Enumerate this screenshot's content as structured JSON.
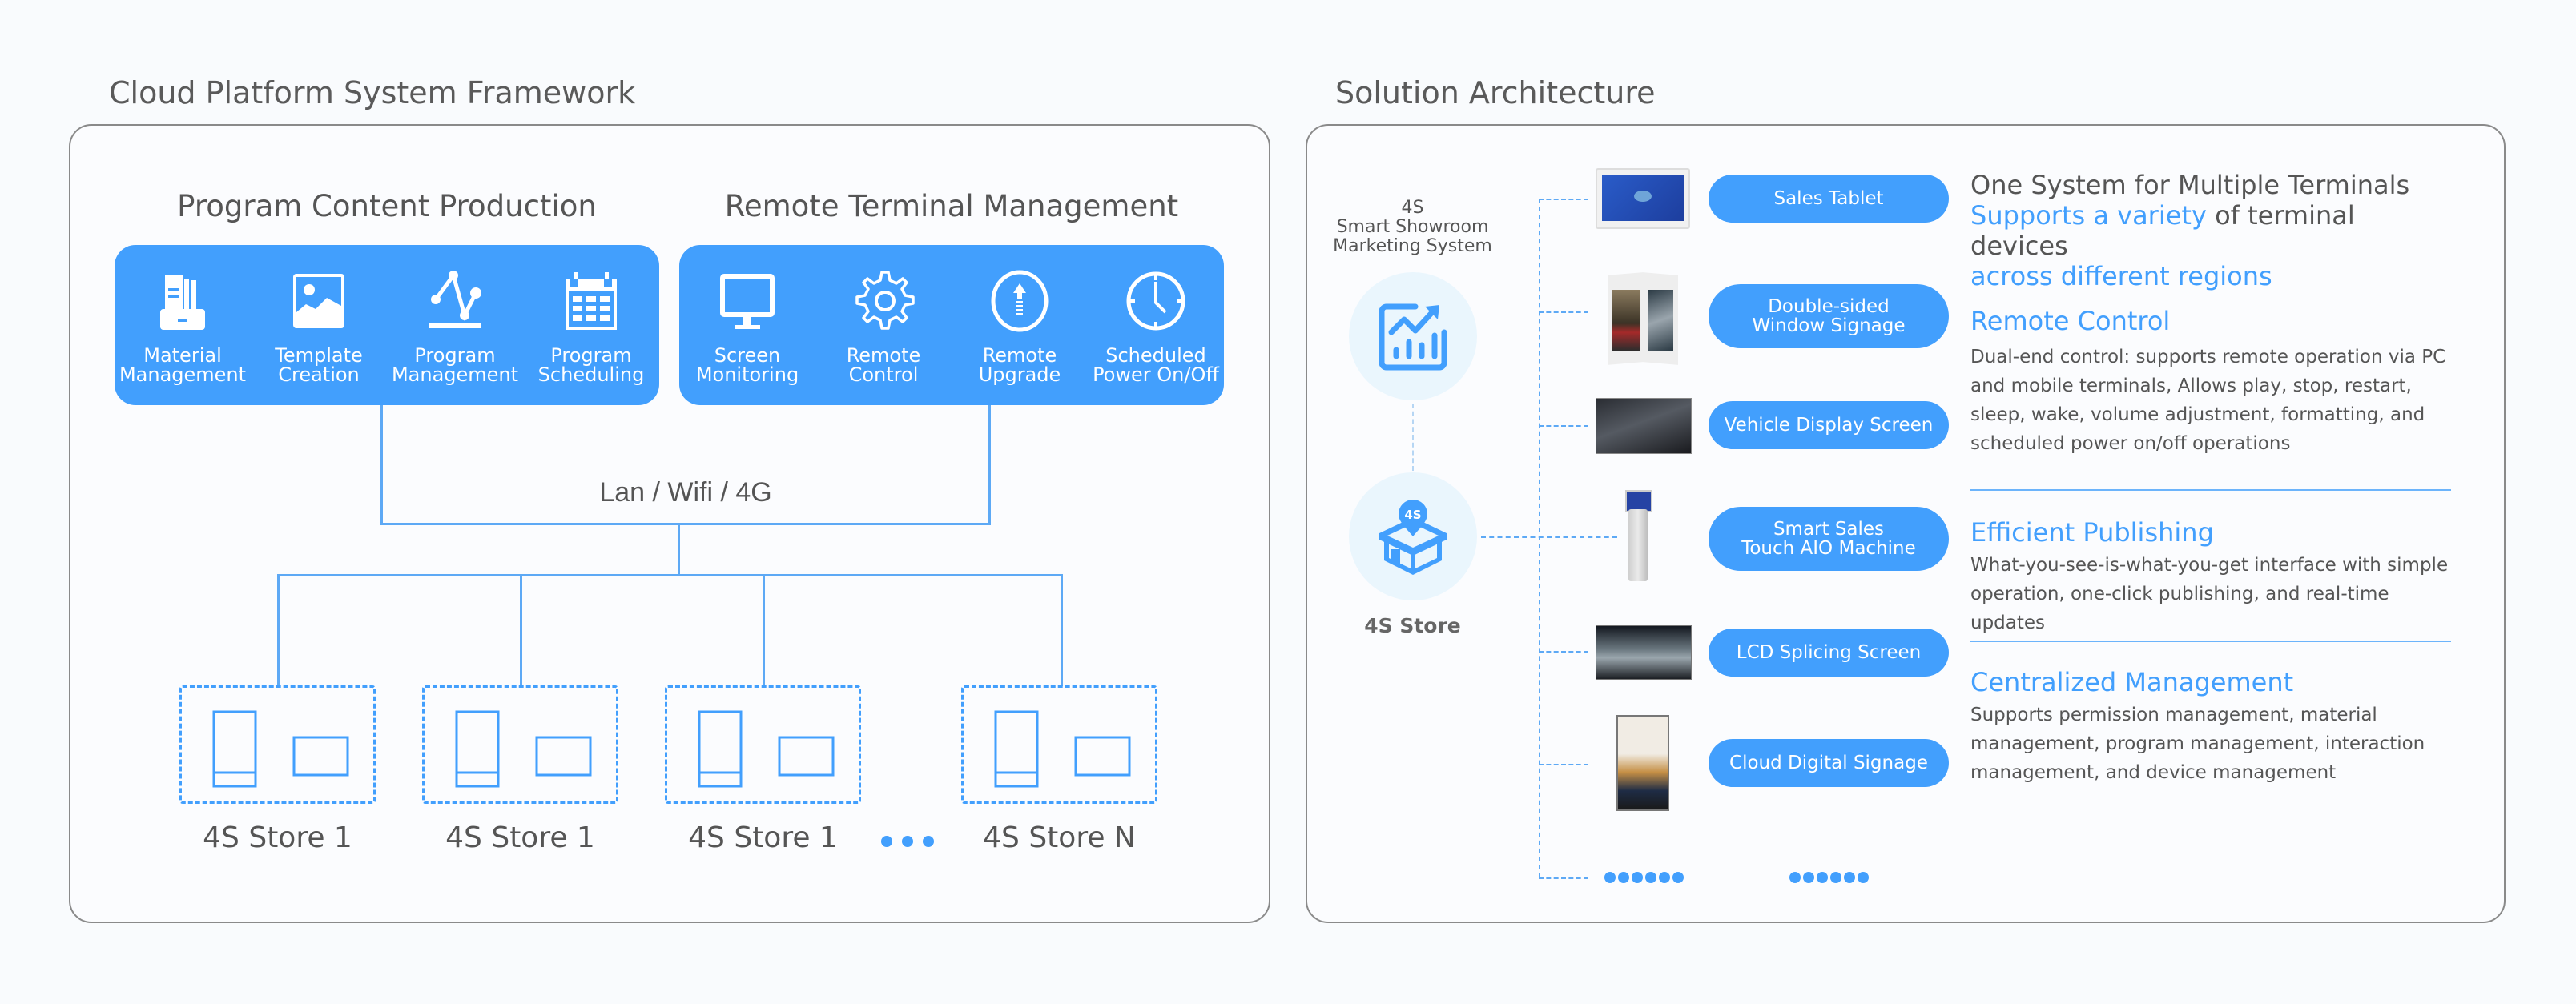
{
  "left_panel": {
    "title": "Cloud Platform System Framework",
    "groups": [
      {
        "title": "Program Content Production",
        "features": [
          {
            "icon": "material-management-icon",
            "label": "Material\nManagement"
          },
          {
            "icon": "image-icon",
            "label": "Template\nCreation"
          },
          {
            "icon": "node-graph-icon",
            "label": "Program\nManagement"
          },
          {
            "icon": "calendar-icon",
            "label": "Program\nScheduling"
          }
        ]
      },
      {
        "title": "Remote Terminal Management",
        "features": [
          {
            "icon": "monitor-icon",
            "label": "Screen\nMonitoring"
          },
          {
            "icon": "gear-icon",
            "label": "Remote\nControl"
          },
          {
            "icon": "upload-arrow-icon",
            "label": "Remote\nUpgrade"
          },
          {
            "icon": "clock-icon",
            "label": "Scheduled\nPower On/Off"
          }
        ]
      }
    ],
    "network_label": "Lan / Wifi / 4G",
    "stores": [
      "4S Store 1",
      "4S Store 1",
      "4S Store 1",
      "4S Store N"
    ]
  },
  "right_panel": {
    "title": "Solution Architecture",
    "system_label": "4S\nSmart Showroom\nMarketing System",
    "store_label": "4S Store",
    "store_badge": "4S",
    "terminals": [
      {
        "label": "Sales Tablet",
        "image": "sales-tablet"
      },
      {
        "label": "Double-sided\nWindow Signage",
        "image": "window-signage"
      },
      {
        "label": "Vehicle Display Screen",
        "image": "vehicle-display"
      },
      {
        "label": "Smart Sales\nTouch AIO Machine",
        "image": "touch-kiosk"
      },
      {
        "label": "LCD Splicing Screen",
        "image": "lcd-splicing"
      },
      {
        "label": "Cloud Digital Signage",
        "image": "digital-signage"
      }
    ],
    "highlights": {
      "headline_line1": "One System for Multiple Terminals",
      "headline_blue_a": "Supports a variety",
      "headline_gray_b": " of terminal devices",
      "headline_blue_c": "across different regions",
      "sections": [
        {
          "title": "Remote Control",
          "text": "Dual-end control: supports remote operation via PC and mobile terminals, Allows play, stop, restart, sleep, wake, volume adjustment, formatting, and scheduled power on/off operations"
        },
        {
          "title": "Efficient Publishing",
          "text": "What-you-see-is-what-you-get interface with simple operation, one-click publishing, and real-time updates"
        },
        {
          "title": "Centralized Management",
          "text": "Supports permission management, material management, program management, interaction management, and device management"
        }
      ]
    }
  },
  "colors": {
    "accent": "#429ffd",
    "text": "#555555",
    "circle_bg": "#eaf6fd",
    "panel_border": "#8a8a8a"
  }
}
